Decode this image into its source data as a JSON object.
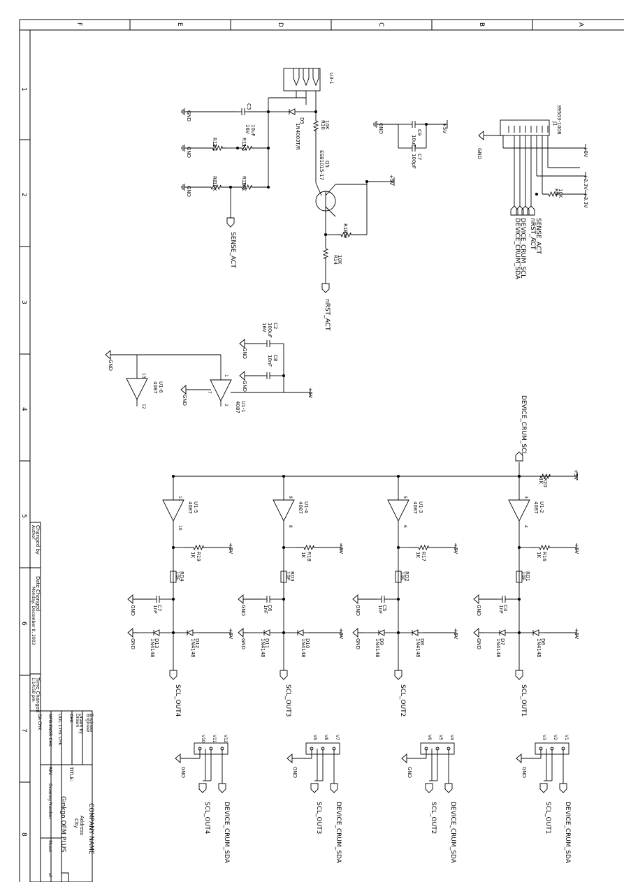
{
  "border": {
    "col_letters": [
      "F",
      "E",
      "D",
      "C",
      "B",
      "A"
    ],
    "row_numbers": [
      "1",
      "2",
      "3",
      "4",
      "5",
      "6",
      "7",
      "8"
    ]
  },
  "title_block": {
    "changed_by_label": "Changed by",
    "changed_by_value": "Author",
    "date_changed_label": "Date Changed",
    "date_changed_value": "Monday, December 8, 2003",
    "time_changed_label": "Time Changed",
    "time_changed_value": "1:14:58 pm",
    "engineer_label": "Engineer",
    "engineer_value": "Engineer",
    "drawn_by_label": "Drawn by",
    "drawn_by_value": "Drawn",
    "chk_label": "CHK",
    "chk_value": "CHK",
    "doc_ctrl_label": "DOC CTRL CHK",
    "mfg_eng_label": "MFG ENGR CHK",
    "qa_label": "QA CHK",
    "company_name": "COMPANY NAME",
    "address": "Address",
    "city": "City",
    "title_label": "TITLE:",
    "title_value": "Ginkgo OEM PLUS",
    "rev_label": "REV",
    "drawing_number_label": "Drawing Number",
    "sheet_label": "Sheet",
    "of_label": "of"
  },
  "power_section": {
    "regulator": "U3-1",
    "c3": "C3",
    "c3_value": "10uF",
    "c3_voltage": "16V",
    "d5": "D5",
    "d5_part": "1N4003T/R",
    "r10": "R10",
    "r10_value": "10K",
    "r11": "R11",
    "r11_value": "3.3",
    "r12": "R12",
    "r12_value": "3.3",
    "r8": "R8",
    "r8_value": "10K",
    "r15": "R15",
    "r15_value": "10K",
    "q5": "Q5",
    "q5_part": "ESB1015-17",
    "r13": "R13",
    "r13_value": "100",
    "r14": "R14",
    "r14_value": "10K",
    "gnd": "GND",
    "pwr": "+5V",
    "sense_act": "SENSE_ACT",
    "nrst_act": "nRST_ACT"
  },
  "cap_pair": {
    "c9": "C9",
    "c9_value": "10uF",
    "c7": "C7",
    "c7_value": "100pF",
    "gnd": "GND",
    "net": "+5V"
  },
  "connector": {
    "ref": "J1",
    "part": "39503-1008",
    "r9": "R9",
    "r9_value": "10K",
    "net_5v": "+5V",
    "net_3v3_a": "+3.3V",
    "net_3v3_b": "+3.3V",
    "gnd": "GND",
    "labels": [
      "SENSE_ACT",
      "nRST_ACT",
      "DEVICE_CRUM_SCL",
      "DEVICE_CRUM_SDA"
    ]
  },
  "buffer_top": {
    "u6": "U1-6",
    "u6_part": "4087",
    "u6_in": "13",
    "u6_out": "12",
    "u1": "U1-1",
    "u1_part": "4087",
    "u1_in": "1",
    "u1_out": "2",
    "u1_gnd": "7",
    "c2": "C2",
    "c2_value": "100uF",
    "c2_voltage": "16V",
    "c8": "C8",
    "c8_value": "10nF",
    "gnd": "GND",
    "pwr": "+5V"
  },
  "scl_bus": {
    "label": "DEVICE_CRUM_SCL",
    "r20": "R20",
    "r20_value": "1K",
    "pwr": "+5V"
  },
  "channels": [
    {
      "u": "U1-5",
      "u_part": "4087",
      "pin_in": "11",
      "pin_out": "10",
      "r": "R19",
      "r_value": "1K",
      "rd": "RD4",
      "rd_value": "10E",
      "c": "C7",
      "c_value": "1nF",
      "da": "D13",
      "db": "D12",
      "d_part": "1N4148",
      "out": "SCL_OUT4",
      "gnd": "GND",
      "pwr": "+5V"
    },
    {
      "u": "U1-4",
      "u_part": "4087",
      "pin_in": "9",
      "pin_out": "8",
      "r": "R18",
      "r_value": "1K",
      "rd": "RD3",
      "rd_value": "10E",
      "c": "C6",
      "c_value": "1nF",
      "da": "D11",
      "db": "D10",
      "d_part": "1N4148",
      "out": "SCL_OUT3",
      "gnd": "GND",
      "pwr": "+5V"
    },
    {
      "u": "U1-3",
      "u_part": "4087",
      "pin_in": "5",
      "pin_out": "6",
      "r": "R17",
      "r_value": "1K",
      "rd": "RD2",
      "rd_value": "10E",
      "c": "C5",
      "c_value": "1nF",
      "da": "D9",
      "db": "D8",
      "d_part": "1N4148",
      "out": "SCL_OUT2",
      "gnd": "GND",
      "pwr": "+5V"
    },
    {
      "u": "U1-2",
      "u_part": "4087",
      "pin_in": "3",
      "pin_out": "4",
      "r": "R16",
      "r_value": "1K",
      "rd": "RD1",
      "rd_value": "10E",
      "c": "C4",
      "c_value": "1nF",
      "da": "D7",
      "db": "D6",
      "d_part": "1N4148",
      "out": "SCL_OUT1",
      "gnd": "GND",
      "pwr": "+5V"
    }
  ],
  "jumpers": [
    {
      "pins": [
        "V10",
        "V11",
        "V12"
      ],
      "gnd": "GND",
      "scl": "SCL_OUT4",
      "sda": "DEVICE_CRUM_SDA"
    },
    {
      "pins": [
        "V9",
        "V8",
        "V7"
      ],
      "gnd": "GND",
      "scl": "SCL_OUT3",
      "sda": "DEVICE_CRUM_SDA"
    },
    {
      "pins": [
        "V6",
        "V5",
        "V4"
      ],
      "gnd": "GND",
      "scl": "SCL_OUT2",
      "sda": "DEVICE_CRUM_SDA"
    },
    {
      "pins": [
        "V3",
        "V2",
        "V1"
      ],
      "gnd": "GND",
      "scl": "SCL_OUT1",
      "sda": "DEVICE_CRUM_SDA"
    }
  ]
}
